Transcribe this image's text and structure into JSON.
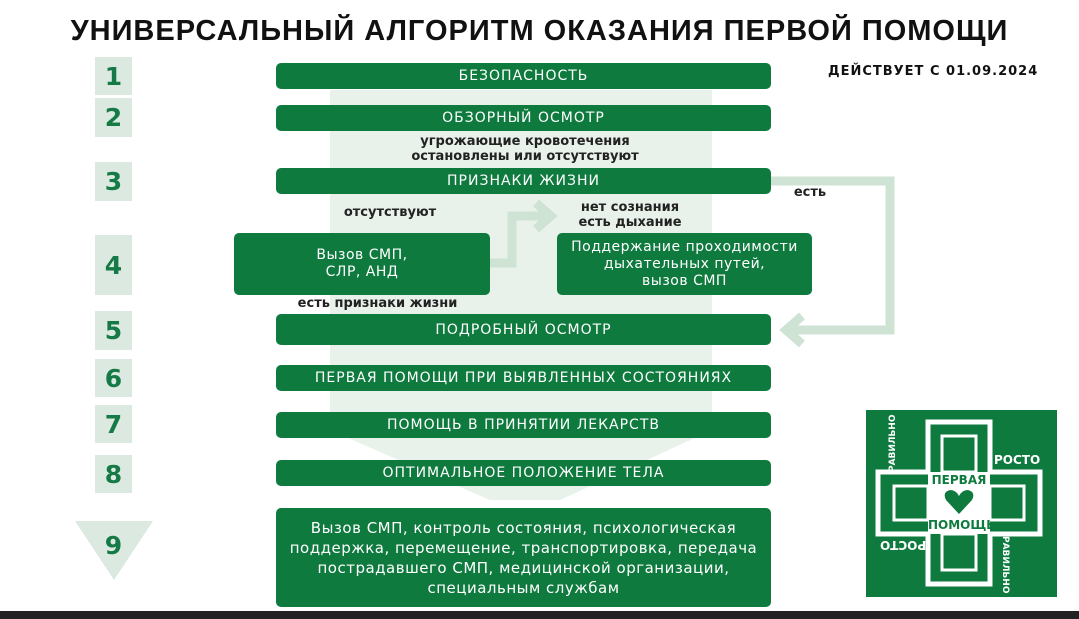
{
  "title": "УНИВЕРСАЛЬНЫЙ АЛГОРИТМ ОКАЗАНИЯ ПЕРВОЙ ПОМОЩИ",
  "effective_date": "ДЕЙСТВУЕТ С 01.09.2024",
  "steps": [
    {
      "num": "1",
      "label": "БЕЗОПАСНОСТЬ"
    },
    {
      "num": "2",
      "label": "ОБЗОРНЫЙ ОСМОТР"
    },
    {
      "num": "3",
      "label": "ПРИЗНАКИ ЖИЗНИ"
    },
    {
      "num": "4"
    },
    {
      "num": "5",
      "label": "ПОДРОБНЫЙ ОСМОТР"
    },
    {
      "num": "6",
      "label": "ПЕРВАЯ ПОМОЩИ ПРИ ВЫЯВЛЕННЫХ СОСТОЯНИЯХ"
    },
    {
      "num": "7",
      "label": "ПОМОЩЬ В ПРИНЯТИИ ЛЕКАРСТВ"
    },
    {
      "num": "8",
      "label": "ОПТИМАЛЬНОЕ ПОЛОЖЕНИЕ ТЕЛА"
    },
    {
      "num": "9",
      "label": "Вызов СМП, контроль состояния, психологическая поддержка, перемещение, транспортировка, передача пострадавшего СМП, медицинской организации, специальным службам"
    }
  ],
  "step4": {
    "left": "Вызов СМП,\nСЛР, АНД",
    "right": "Поддержание проходимости\nдыхательных путей,\nвызов СМП"
  },
  "labels": {
    "bleeding": "угрожающие кровотечения\nостановлены или отсутствуют",
    "absent": "отсутствуют",
    "no_consciousness": "нет сознания\nесть дыхание",
    "present": "есть",
    "signs_of_life": "есть признаки жизни"
  },
  "logo": {
    "top": "ПЕРВАЯ",
    "bottom": "ПОМОЩЬ",
    "side1": "РОСТО",
    "side2": "РАВИЛЬНО"
  },
  "colors": {
    "green": "#0e7a3e",
    "light": "#dbe9e1"
  }
}
